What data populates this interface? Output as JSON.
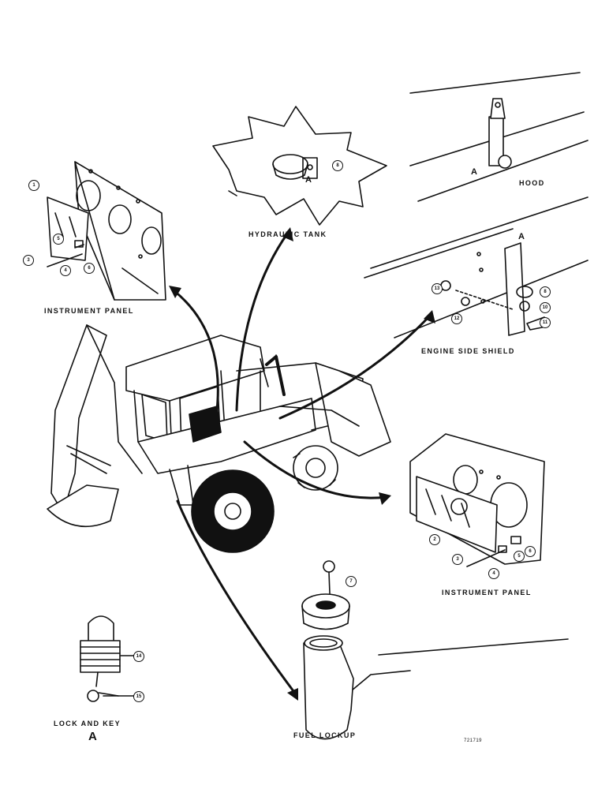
{
  "labels": {
    "instrument_panel_left": "INSTRUMENT PANEL",
    "hydraulic_tank": "HYDRAULIC TANK",
    "hood": "HOOD",
    "engine_side_shield": "ENGINE SIDE SHIELD",
    "instrument_panel_right": "INSTRUMENT PANEL",
    "lock_and_key": "LOCK AND KEY",
    "lock_and_key_ref": "A",
    "fuel_lockup": "FUEL LOCKUP",
    "drawing_number": "721719"
  },
  "ref_letter": "A",
  "callouts": {
    "ip_left": [
      "1",
      "3",
      "4",
      "5",
      "6"
    ],
    "hydraulic": [
      "8"
    ],
    "shield": [
      "13",
      "12",
      "8",
      "10",
      "11"
    ],
    "ip_right": [
      "2",
      "3",
      "4",
      "5",
      "6"
    ],
    "fuel": [
      "7"
    ],
    "lock": [
      "14",
      "15"
    ]
  }
}
